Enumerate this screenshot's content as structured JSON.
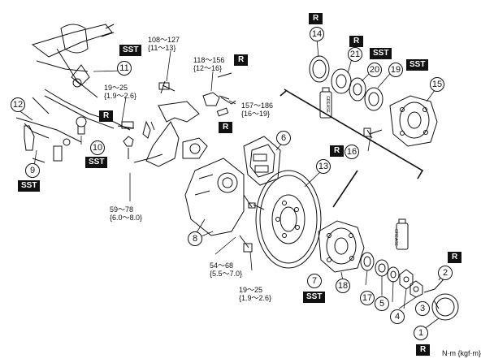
{
  "badges": {
    "r": "R",
    "sst": "SST"
  },
  "part_numbers": [
    "1",
    "2",
    "3",
    "4",
    "5",
    "6",
    "7",
    "8",
    "9",
    "10",
    "11",
    "12",
    "13",
    "14",
    "15",
    "16",
    "17",
    "18",
    "19",
    "20",
    "21"
  ],
  "torques": {
    "t_108": {
      "line1": "108～127",
      "line2": "{11～13}"
    },
    "t_118": {
      "line1": "118～156",
      "line2": "{12～16}"
    },
    "t_157": {
      "line1": "157～186",
      "line2": "{16～19}"
    },
    "t_19a": {
      "line1": "19～25",
      "line2": "{1.9～2.6}"
    },
    "t_59": {
      "line1": "59～78",
      "line2": "{6.0～8.0}"
    },
    "t_54": {
      "line1": "54～68",
      "line2": "{5.5～7.0}"
    },
    "t_19b": {
      "line1": "19～25",
      "line2": "{1.9～2.6}"
    }
  },
  "grease_label": "GREASE",
  "unit_label": "N·m {kgf·m}"
}
